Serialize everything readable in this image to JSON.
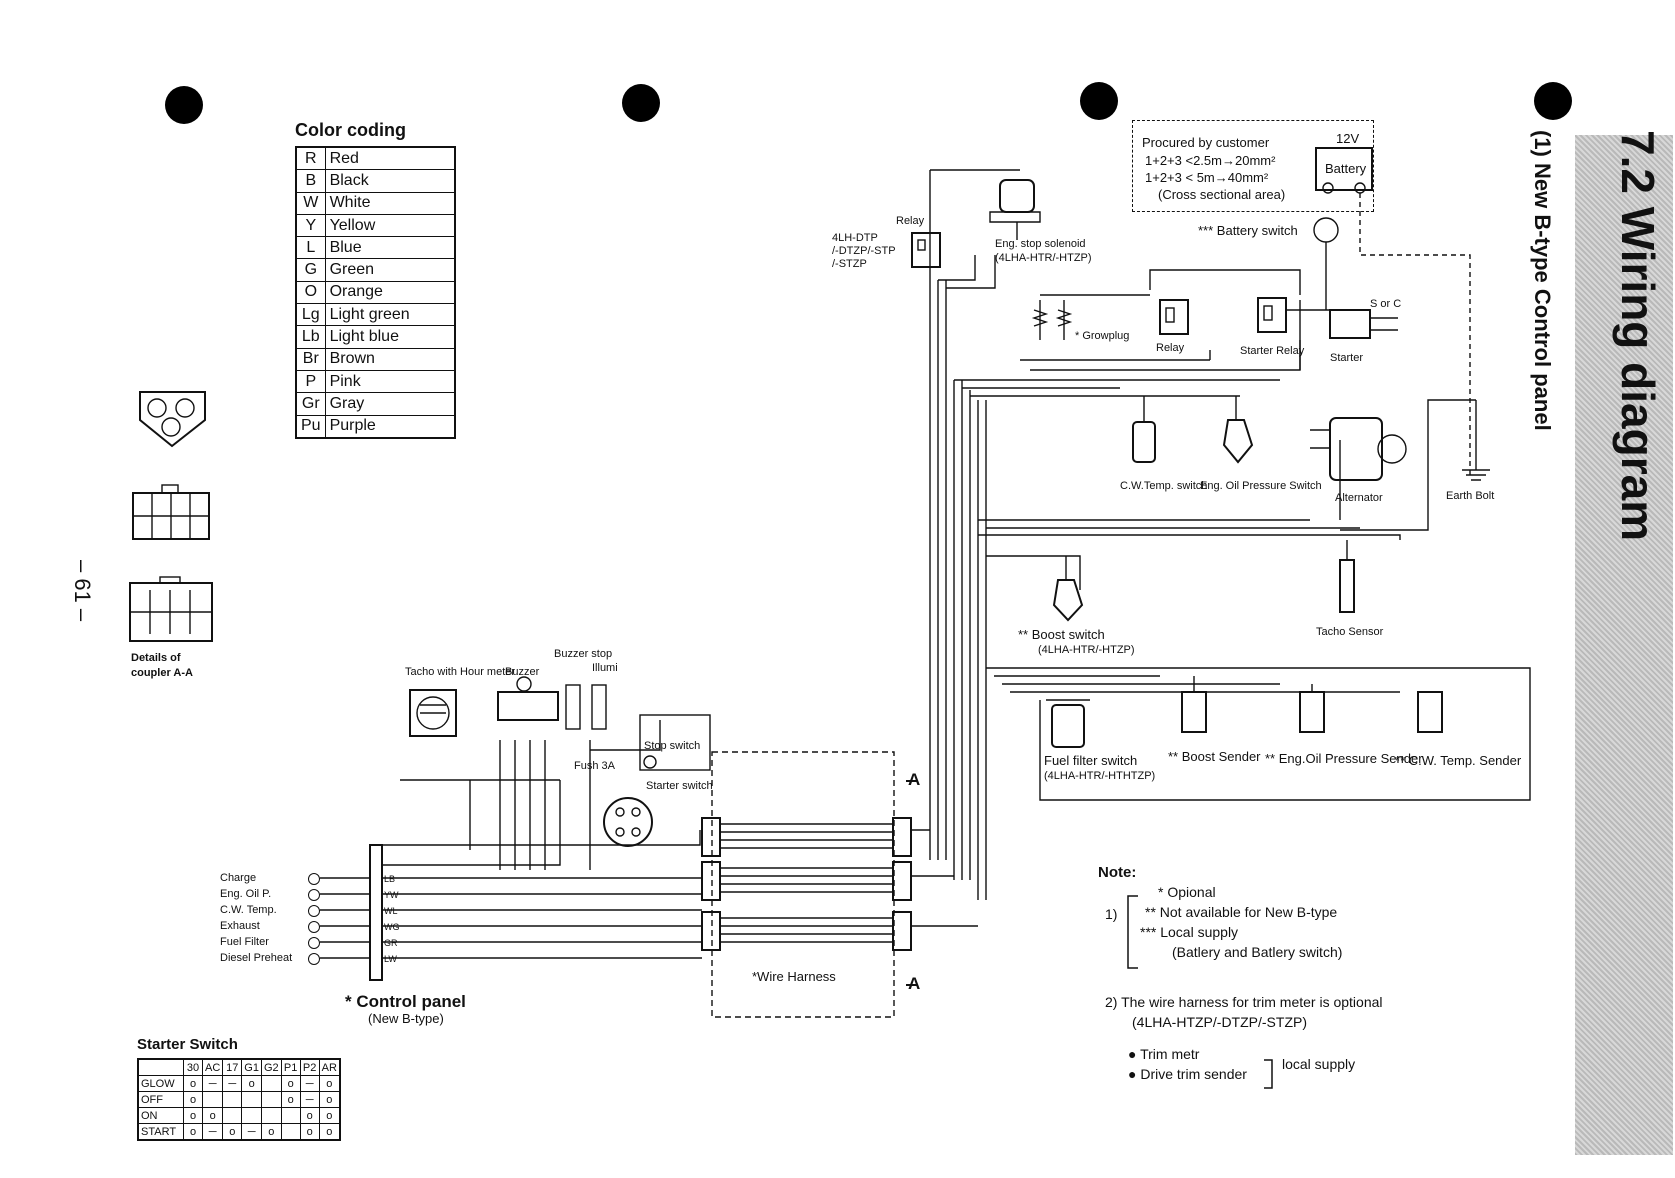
{
  "titles": {
    "section": "7.2 Wiring diagram",
    "subsection": "(1) New B-type Control panel",
    "page_number": "– 61 –"
  },
  "color_coding": {
    "title": "Color coding",
    "rows": [
      {
        "code": "R",
        "name": "Red"
      },
      {
        "code": "B",
        "name": "Black"
      },
      {
        "code": "W",
        "name": "White"
      },
      {
        "code": "Y",
        "name": "Yellow"
      },
      {
        "code": "L",
        "name": "Blue"
      },
      {
        "code": "G",
        "name": "Green"
      },
      {
        "code": "O",
        "name": "Orange"
      },
      {
        "code": "Lg",
        "name": "Light green"
      },
      {
        "code": "Lb",
        "name": "Light blue"
      },
      {
        "code": "Br",
        "name": "Brown"
      },
      {
        "code": "P",
        "name": "Pink"
      },
      {
        "code": "Gr",
        "name": "Gray"
      },
      {
        "code": "Pu",
        "name": "Purple"
      }
    ]
  },
  "battery": {
    "procured": "Procured by customer",
    "spec1": "1+2+3 <2.5m→20mm²",
    "spec2": "1+2+3 <  5m→40mm²",
    "cross_section": "(Cross sectional area)",
    "voltage": "12V",
    "label": "Battery",
    "switch": "*** Battery switch"
  },
  "labels": {
    "relay_top": "Relay",
    "model1": "4LH-DTP",
    "model2": "/-DTZP/-STP",
    "model3": "/-STZP",
    "stop_solenoid": "Eng. stop solenoid",
    "stop_solenoid_models": "(4LHA-HTR/-HTZP)",
    "growplug": "* Growplug",
    "relay2": "Relay",
    "starter_relay": "Starter Relay",
    "starter": "Starter",
    "s_or_c": "S or C",
    "cw_temp_switch": "C.W.Temp. switch",
    "oil_pressure_switch": "Eng. Oil Pressure Switch",
    "alternator": "Alternator",
    "earth_bolt": "Earth Bolt",
    "tacho_sensor": "Tacho Sensor",
    "boost_switch": "** Boost switch",
    "boost_switch_models": "(4LHA-HTR/-HTZP)",
    "fuel_filter_switch": "Fuel filter switch",
    "fuel_filter_models": "(4LHA-HTR/-HTHTZP)",
    "boost_sender": "** Boost Sender",
    "oil_pressure_sender": "** Eng.Oil Pressure Sender",
    "cw_temp_sender": "** C.W. Temp. Sender",
    "tacho": "Tacho with Hour meter",
    "buzzer": "Buzzer",
    "buzzer_stop": "Buzzer stop",
    "illumi": "Illumi",
    "stop_switch": "Stop switch",
    "starter_switch": "Starter switch",
    "fuse": "Fush 3A",
    "wire_harness": "*Wire Harness",
    "section_a": "A",
    "control_panel": "* Control panel",
    "control_panel_sub": "(New B-type)",
    "coupler_details_1": "Details of",
    "coupler_details_2": "coupler A-A"
  },
  "lamps": [
    {
      "label": "Charge",
      "wire": "LB"
    },
    {
      "label": "Eng. Oil P.",
      "wire": "YW"
    },
    {
      "label": "C.W. Temp.",
      "wire": "WL"
    },
    {
      "label": "Exhaust",
      "wire": "WG"
    },
    {
      "label": "Fuel Filter",
      "wire": "GR"
    },
    {
      "label": "Diesel Preheat",
      "wire": "LW"
    }
  ],
  "notes": {
    "title": "Note:",
    "n1_num": "1)",
    "n1_a": "* Opional",
    "n1_b": "** Not available for New B-type",
    "n1_c": "*** Local supply",
    "n1_d": "(Batlery and Batlery switch)",
    "n2": "2) The wire harness for trim meter is optional",
    "n2_models": "(4LHA-HTZP/-DTZP/-STZP)",
    "trim_meter": "● Trim metr",
    "drive_trim": "● Drive trim sender",
    "local_supply": "local supply"
  },
  "starter_switch": {
    "title": "Starter Switch",
    "columns": [
      "30",
      "AC",
      "17",
      "G1",
      "G2",
      "P1",
      "P2",
      "AR"
    ],
    "rows": [
      {
        "label": "GLOW",
        "cells": [
          "o",
          "─",
          "─",
          "o",
          "",
          "o",
          "─",
          "o"
        ]
      },
      {
        "label": "OFF",
        "cells": [
          "o",
          "",
          "",
          "",
          "",
          "o",
          "─",
          "o"
        ]
      },
      {
        "label": "ON",
        "cells": [
          "o",
          "o",
          "",
          "",
          "",
          "",
          "o",
          "o"
        ]
      },
      {
        "label": "START",
        "cells": [
          "o",
          "─",
          "o",
          "─",
          "o",
          "",
          "o",
          "o"
        ]
      }
    ]
  }
}
